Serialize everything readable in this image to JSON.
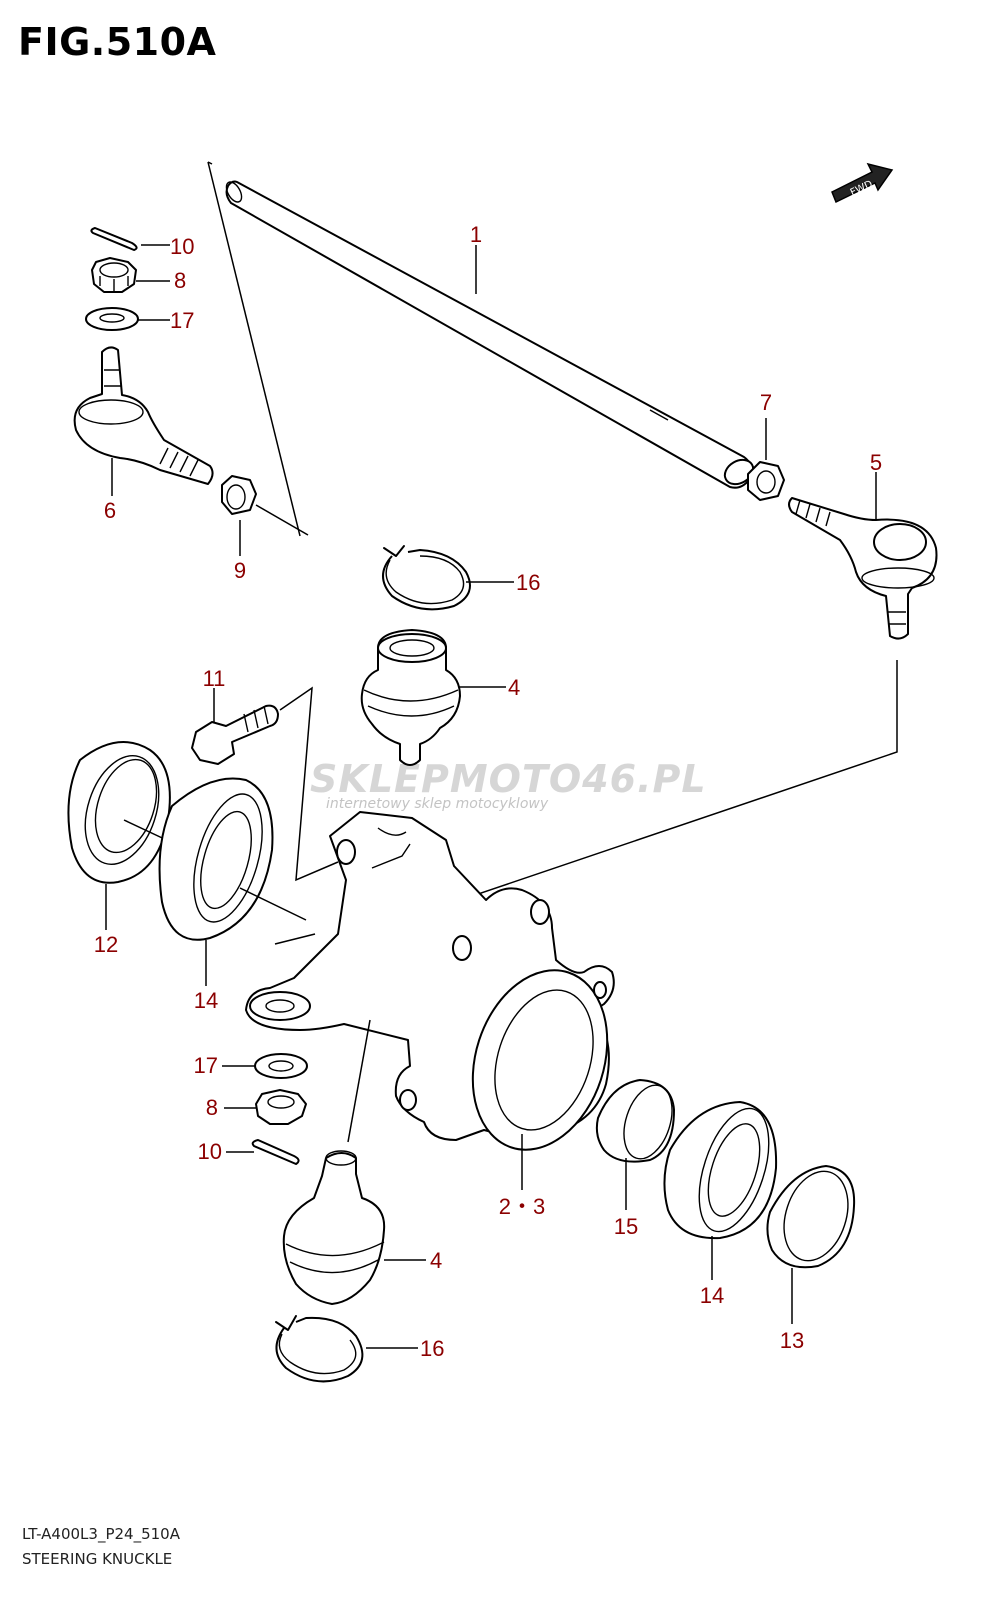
{
  "figure": {
    "title": "FIG.510A",
    "code": "LT-A400L3_P24_510A",
    "name": "STEERING KNUCKLE",
    "direction_label": "FWD"
  },
  "watermark": {
    "main": "SKLEPMOTO46.PL",
    "sub": "internetowy sklep motocyklowy"
  },
  "callouts": {
    "c1": "1",
    "c7": "7",
    "c5": "5",
    "c10a": "10",
    "c8a": "8",
    "c17a": "17",
    "c6": "6",
    "c9": "9",
    "c16a": "16",
    "c4a": "4",
    "c11": "11",
    "c12": "12",
    "c14a": "14",
    "c17b": "17",
    "c8b": "8",
    "c10b": "10",
    "c23": "2・3",
    "c15": "15",
    "c14b": "14",
    "c13": "13",
    "c4b": "4",
    "c16b": "16"
  },
  "colors": {
    "callout": "#8b0000",
    "line": "#000000"
  }
}
